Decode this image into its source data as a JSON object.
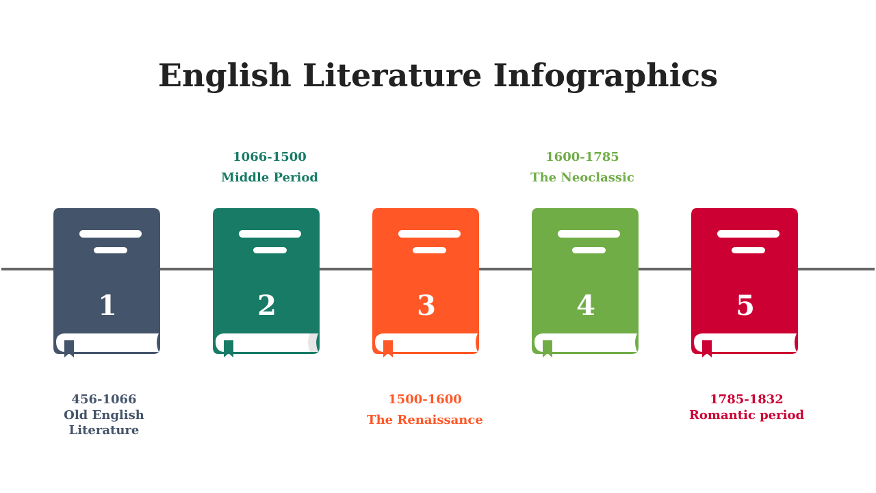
{
  "title": "English Literature Infographics",
  "colors": {
    "line": "#666666",
    "page_white": "#ffffff",
    "page_edge": "#e6e6e6"
  },
  "stages": [
    {
      "number": "1",
      "years": "456-1066",
      "period": "Old English Literature",
      "color": "#44546a",
      "label_position": "below"
    },
    {
      "number": "2",
      "years": "1066-1500",
      "period": "Middle Period",
      "color": "#177b66",
      "label_position": "above"
    },
    {
      "number": "3",
      "years": "1500-1600",
      "period": "The Renaissance",
      "color": "#ff5726",
      "label_position": "below"
    },
    {
      "number": "4",
      "years": "1600-1785",
      "period": "The Neoclassic",
      "color": "#70ad47",
      "label_position": "above"
    },
    {
      "number": "5",
      "years": "1785-1832",
      "period": "Romantic period",
      "color": "#cc0033",
      "label_position": "below"
    }
  ]
}
